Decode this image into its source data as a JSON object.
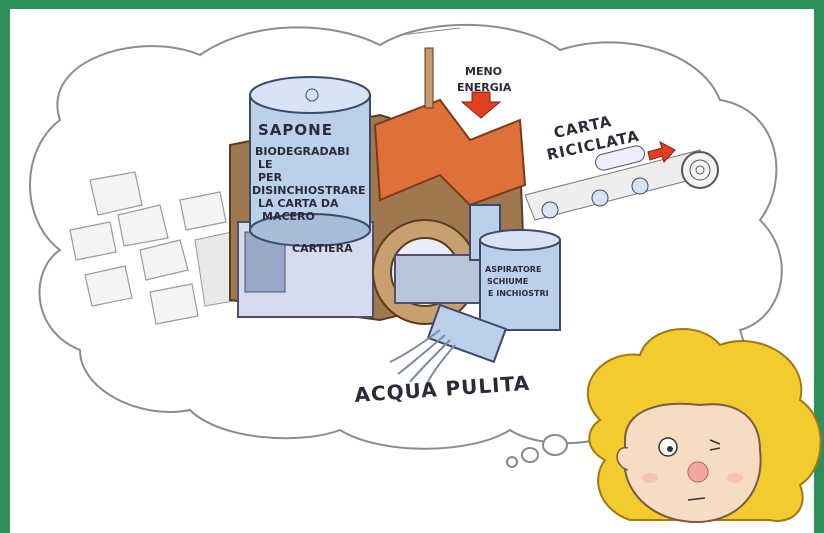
{
  "illustration": {
    "meno_energia": [
      "MENO",
      "ENERGIA"
    ],
    "carta_riciclata": [
      "CARTA",
      "RICICLATA"
    ],
    "sapone": "SAPONE",
    "sapone_text": [
      "BIODEGRADABI",
      "LE",
      "PER",
      "DISINCHIOSTRARE",
      "LA CARTA DA",
      "MACERO"
    ],
    "cartiera": "CARTIERA",
    "aspiratore": [
      "ASPIRATORE",
      "SCHIUME",
      "E INCHIOSTRI"
    ],
    "acqua_pulita": "ACQUA PULITA"
  },
  "colors": {
    "frame": "#2f8f5a",
    "factory_brown": "#a07850",
    "roof_orange": "#e0703a",
    "tank_blue": "#bcd0ea",
    "hair_yellow": "#f2cc2e",
    "skin": "#f7dcc4"
  }
}
